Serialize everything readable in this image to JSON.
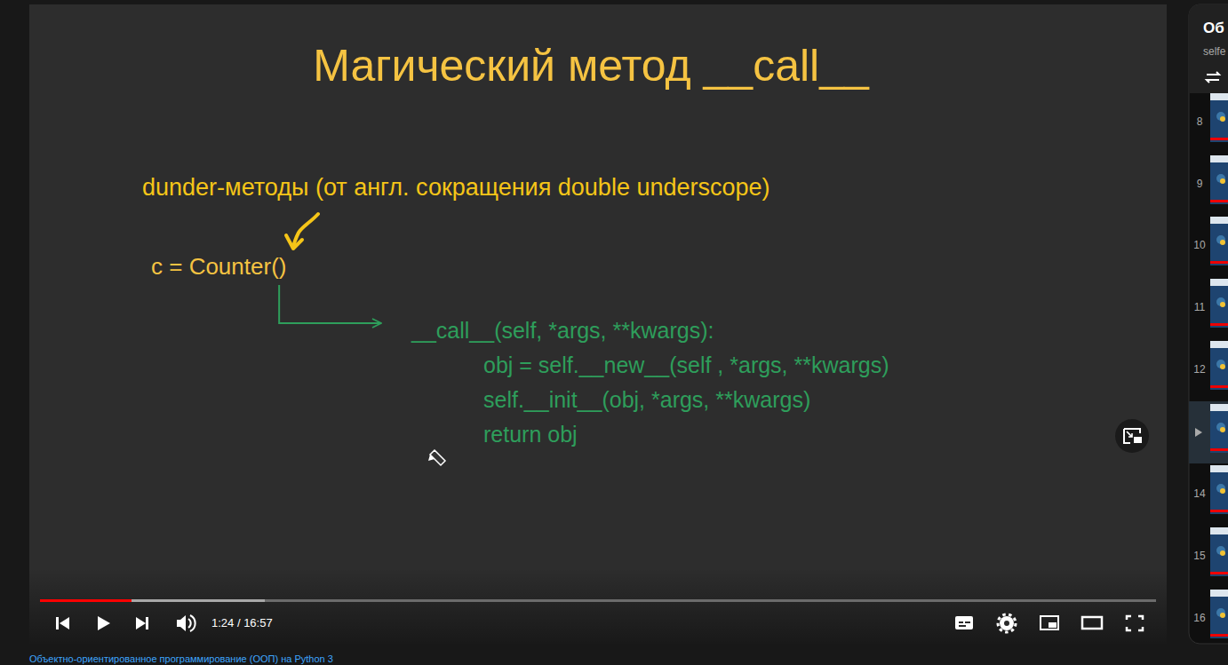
{
  "diagram": {
    "title": "Магический метод __call__",
    "nodes": [
      {
        "text": [
          "c = Counter()"
        ]
      },
      {
        "text": [
          "__call__(self, *args, **kwargs):",
          "obj = self.__new__(self , *args, **kwargs)",
          "self.__init__(obj, *args, **kwargs)",
          "return obj"
        ]
      }
    ],
    "edges": [
      {
        "from": 0,
        "to": 1,
        "arrow": "to"
      }
    ],
    "labels": [
      "dunder-методы (от англ. сокращения double underscope)",
      "1:24 / 16:57",
      "Объектно-ориентированное программирование (ООП) на Python 3",
      "Об",
      "selfe",
      "8",
      "9",
      "10",
      "11",
      "12",
      "14",
      "15",
      "16"
    ]
  }
}
